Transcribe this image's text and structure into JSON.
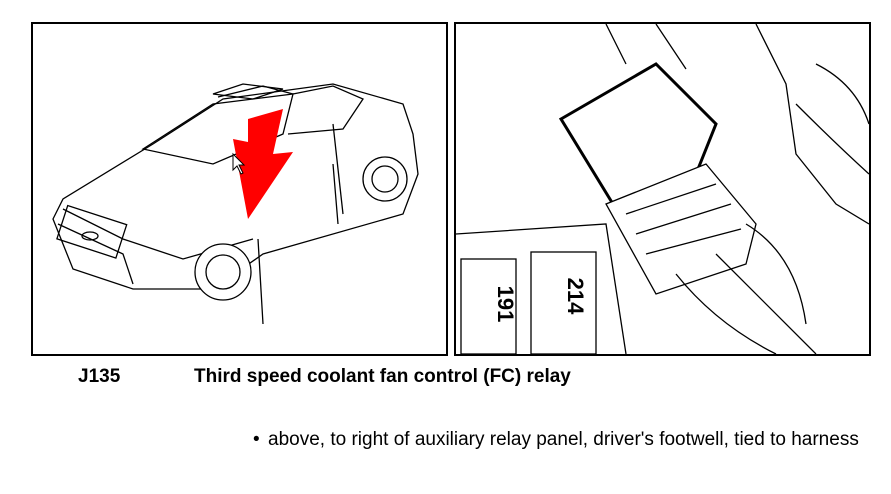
{
  "component": {
    "code": "J135",
    "title": "Third speed coolant fan control (FC) relay",
    "location_bullet": "•",
    "location": "above, to right of auxiliary relay panel, driver's footwell, tied to harness"
  },
  "illustrations": {
    "vehicle_view": {
      "arrow_color": "#ff0000"
    },
    "relay_detail": {
      "relay_labels": [
        "191",
        "214"
      ]
    }
  }
}
